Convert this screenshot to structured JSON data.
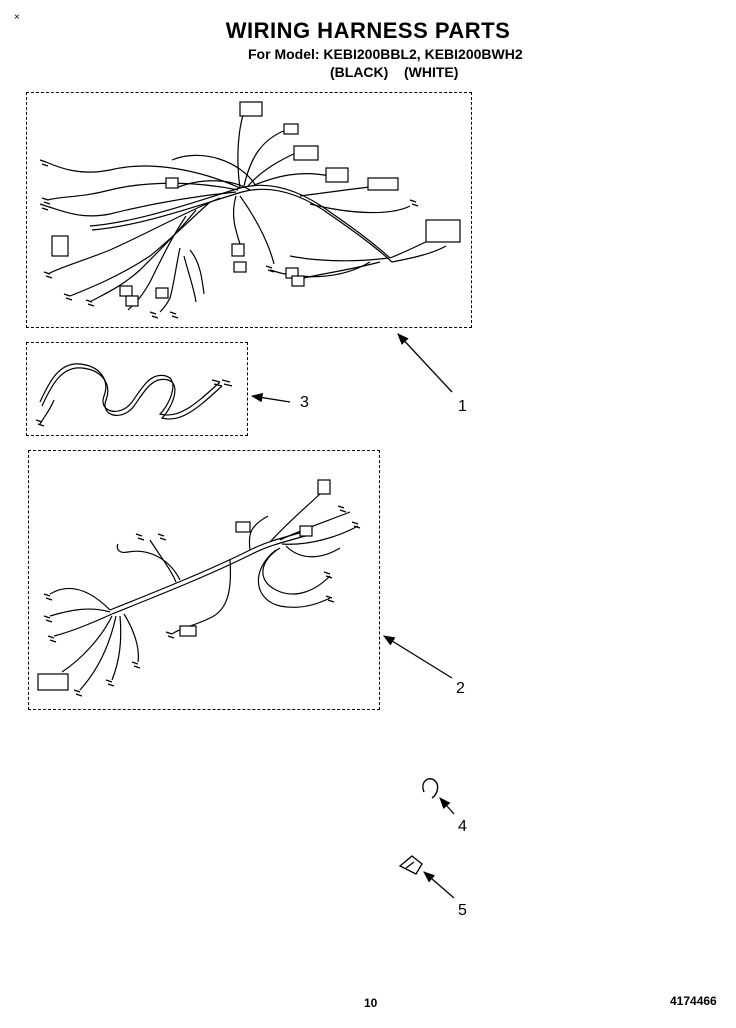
{
  "header": {
    "title": "WIRING HARNESS PARTS",
    "subtitle": "For Model: KEBI200BBL2, KEBI200BWH2",
    "variant_black": "(BLACK)",
    "variant_white": "(WHITE)"
  },
  "corner_mark": "×",
  "callouts": [
    {
      "number": "1"
    },
    {
      "number": "3"
    },
    {
      "number": "2"
    },
    {
      "number": "4"
    },
    {
      "number": "5"
    }
  ],
  "footer": {
    "page_number": "10",
    "document_number": "4174466"
  }
}
